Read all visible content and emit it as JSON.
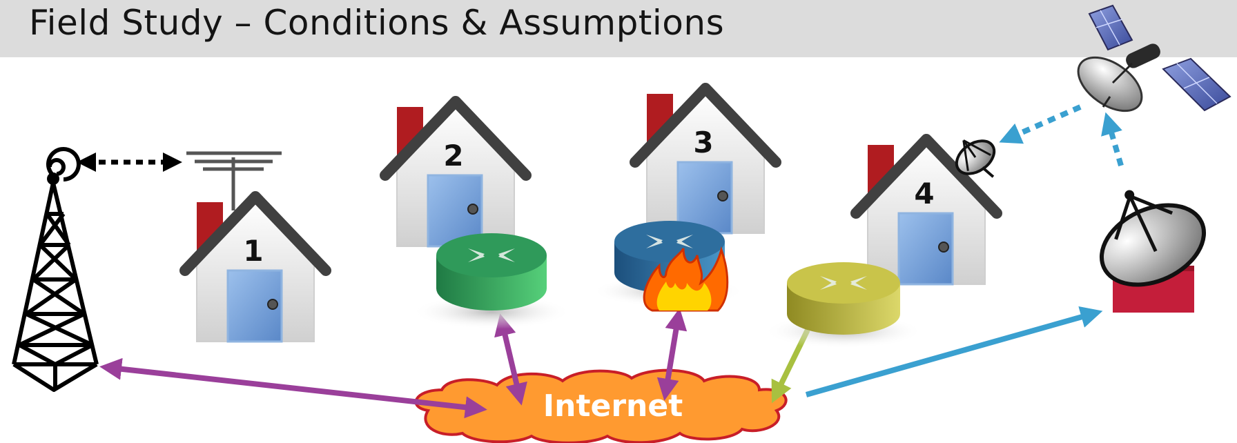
{
  "title": "Field Study – Conditions & Assumptions",
  "houses": [
    {
      "label": "1"
    },
    {
      "label": "2"
    },
    {
      "label": "3"
    },
    {
      "label": "4"
    }
  ],
  "cloud": {
    "label": "Internet"
  },
  "colors": {
    "header_bg": "#dcdcdc",
    "purple_link": "#9a3f9a",
    "blue_link": "#3aa0d0",
    "olive_link": "#a8c040",
    "cloud_fill": "#ff9a30",
    "cloud_stroke": "#c81e28",
    "router_green": "#2f9a5a",
    "router_blue": "#2e6e9e",
    "router_yellow": "#c9c44a",
    "chimney": "#b01c20",
    "roof": "#404040",
    "door": "#6f9fd8"
  },
  "icons": [
    "antenna-tower-icon",
    "tv-antenna-icon",
    "house-icon",
    "router-icon",
    "firewall-fire-icon",
    "satellite-dish-icon",
    "satellite-icon",
    "cloud-icon"
  ]
}
